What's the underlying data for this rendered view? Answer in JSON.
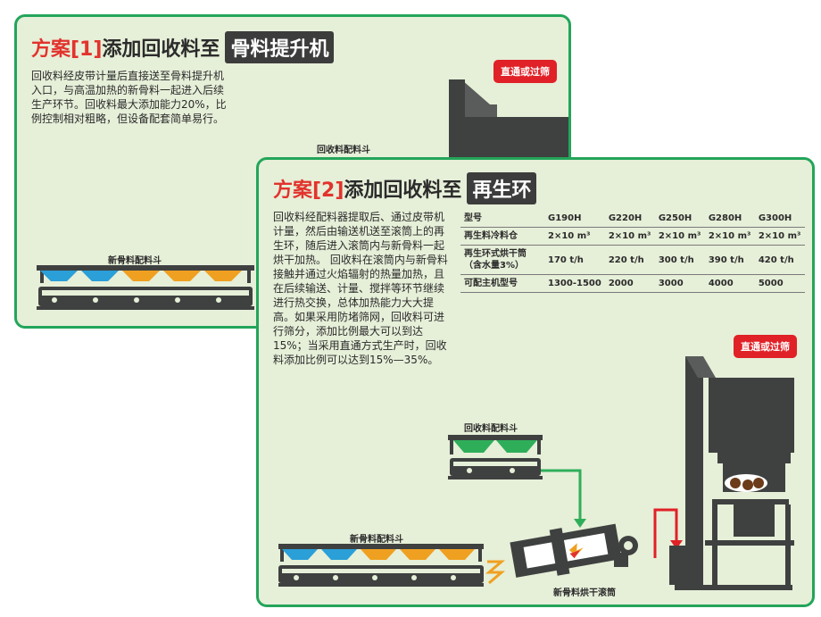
{
  "plan1": {
    "title_plan": "方案[1]",
    "title_mid": "添加回收料至",
    "title_box": "骨料提升机",
    "desc": "回收料经皮带计量后直接送至骨料提升机入口，与高温加热的新骨料一起进入后续生产环节。回收料最大添加能力20%，比例控制相对粗略，但设备配套简单易行。",
    "badge": "直通或过筛",
    "label_recycle_hopper": "回收料配料斗",
    "label_new_hopper": "新骨料配料斗"
  },
  "plan2": {
    "title_plan": "方案[2]",
    "title_mid": "添加回收料至",
    "title_box": "再生环",
    "desc": "回收料经配料器提取后、通过皮带机计量，然后由输送机送至滚筒上的再生环，随后进入滚筒内与新骨料一起烘干加热。 回收料在滚筒内与新骨料接触并通过火焰辐射的热量加热，且在后续输送、计量、搅拌等环节继续进行热交换，总体加热能力大大提高。如果采用防堵筛网，回收料可进行筛分，添加比例最大可以到达15%；当采用直通方式生产时，回收料添加比例可以达到15%—35%。",
    "badge": "直通或过筛",
    "label_recycle_hopper": "回收料配料斗",
    "label_new_hopper": "新骨料配料斗",
    "label_dryer": "新骨料烘干滚筒",
    "table": {
      "header": [
        "型号",
        "G190H",
        "G220H",
        "G250H",
        "G280H",
        "G300H"
      ],
      "rows": [
        [
          "再生料冷料仓",
          "2×10 m³",
          "2×10 m³",
          "2×10 m³",
          "2×10 m³",
          "2×10 m³"
        ],
        [
          "再生环式烘干筒（含水量3%）",
          "170 t/h",
          "220 t/h",
          "300 t/h",
          "390 t/h",
          "420 t/h"
        ],
        [
          "可配主机型号",
          "1300-1500",
          "2000",
          "3000",
          "4000",
          "5000"
        ]
      ]
    }
  },
  "colors": {
    "border_green": "#23a55a",
    "card_bg": "#e6efd8",
    "red": "#e2332d",
    "dark_gray": "#3f4140",
    "blue": "#2a9fd8",
    "orange": "#f0a020",
    "recycle_green": "#2fae5a"
  }
}
